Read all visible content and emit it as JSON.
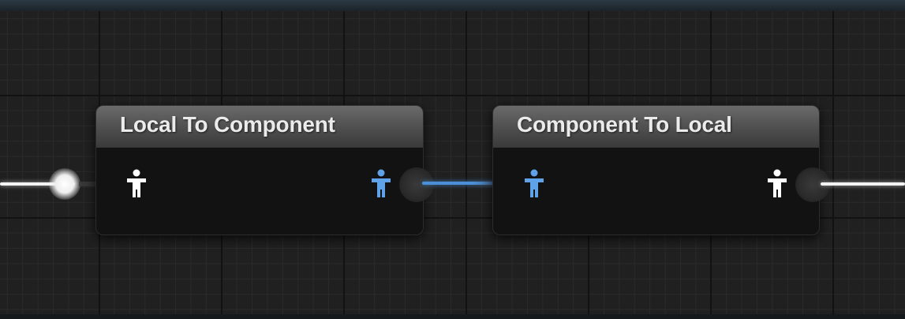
{
  "graph": {
    "background_color": "#202020",
    "nodes": [
      {
        "title": "Local To Component",
        "input_pin": {
          "icon": "pose-icon",
          "color": "#ffffff"
        },
        "output_pin": {
          "icon": "pose-icon",
          "color": "#5fa2e8"
        }
      },
      {
        "title": "Component To Local",
        "input_pin": {
          "icon": "pose-icon",
          "color": "#5fa2e8"
        },
        "output_pin": {
          "icon": "pose-icon",
          "color": "#ffffff"
        }
      }
    ],
    "wires": [
      {
        "from": "input",
        "to": "Local To Component",
        "color": "#f4f4f4"
      },
      {
        "from": "Local To Component",
        "to": "Component To Local",
        "color": "#4b8fd8"
      },
      {
        "from": "Component To Local",
        "to": "output",
        "color": "#f4f4f4"
      }
    ]
  }
}
